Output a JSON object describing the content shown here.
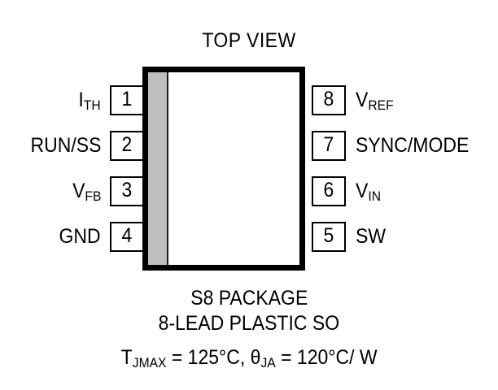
{
  "diagram": {
    "title": "TOP VIEW",
    "package_body": {
      "pin1_indicator": "gray-band",
      "body_color": "#ffffff",
      "outline_color": "#000000",
      "band_color": "#bfbfbf"
    },
    "pins": {
      "left": [
        {
          "number": "1",
          "label_main": "I",
          "label_sub": "TH",
          "label_plain": "I_TH"
        },
        {
          "number": "2",
          "label_main": "RUN/SS",
          "label_sub": "",
          "label_plain": "RUN/SS"
        },
        {
          "number": "3",
          "label_main": "V",
          "label_sub": "FB",
          "label_plain": "V_FB"
        },
        {
          "number": "4",
          "label_main": "GND",
          "label_sub": "",
          "label_plain": "GND"
        }
      ],
      "right": [
        {
          "number": "8",
          "label_main": "V",
          "label_sub": "REF",
          "label_plain": "V_REF"
        },
        {
          "number": "7",
          "label_main": "SYNC/MODE",
          "label_sub": "",
          "label_plain": "SYNC/MODE"
        },
        {
          "number": "6",
          "label_main": "V",
          "label_sub": "IN",
          "label_plain": "V_IN"
        },
        {
          "number": "5",
          "label_main": "SW",
          "label_sub": "",
          "label_plain": "SW"
        }
      ]
    },
    "captions": {
      "package_name": "S8 PACKAGE",
      "package_desc": "8-LEAD PLASTIC SO",
      "thermal": {
        "tjmax_symbol": "T",
        "tjmax_sub": "JMAX",
        "tjmax_eq": " = 125°C, ",
        "theta_symbol": "θ",
        "theta_sub": "JA",
        "theta_eq": " = 120°C/ W",
        "plain": "TJMAX = 125°C, θJA = 120°C/ W"
      }
    }
  }
}
